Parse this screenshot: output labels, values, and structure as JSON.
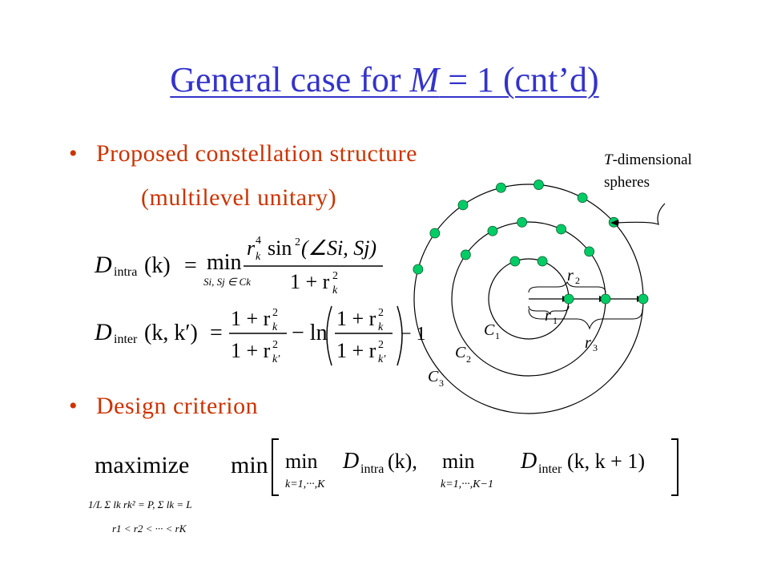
{
  "slide": {
    "title_prefix": "General case for ",
    "title_var": "M",
    "title_suffix": " = 1 (cnt’d)",
    "bullet_glyph": "•",
    "bullet1": "Proposed constellation structure",
    "bullet1_sub": "(multilevel unitary)",
    "bullet2": "Design criterion"
  },
  "diagram": {
    "annotation_italic": "T",
    "annotation_line1": "-dimensional",
    "annotation_line2": "spheres",
    "labels": {
      "C1": "C",
      "C1_sub": "1",
      "C2": "C",
      "C2_sub": "2",
      "C3": "C",
      "C3_sub": "3",
      "r1": "r",
      "r1_sub": "1",
      "r2": "r",
      "r2_sub": "2",
      "r3": "r",
      "r3_sub": "3"
    },
    "point_color": "#00cc66"
  },
  "equations": {
    "D": "D",
    "intra": "intra",
    "inter": "inter",
    "k": "(k)",
    "kkp": "(k, k′)",
    "eq": "=",
    "min": "min",
    "minsub_intra": "Si, Sj ∈ Ck",
    "r4": "r",
    "sin": "sin",
    "angle": "(∠Si, Sj)",
    "one_plus_rk2": "1 + r",
    "one_plus_rkp2": "1 + r",
    "minus_ln": "− ln",
    "minus_one": "− 1",
    "maximize": "maximize",
    "constraint1": "1/L Σ lk rk² = P, Σ lk = L",
    "constraint2": "r1 < r2 < ··· < rK",
    "min_k1": "k=1,···,K",
    "min_k2": "k=1,···,K−1",
    "intra_k": "(k),",
    "inter_kk1": "(k, k + 1)"
  }
}
